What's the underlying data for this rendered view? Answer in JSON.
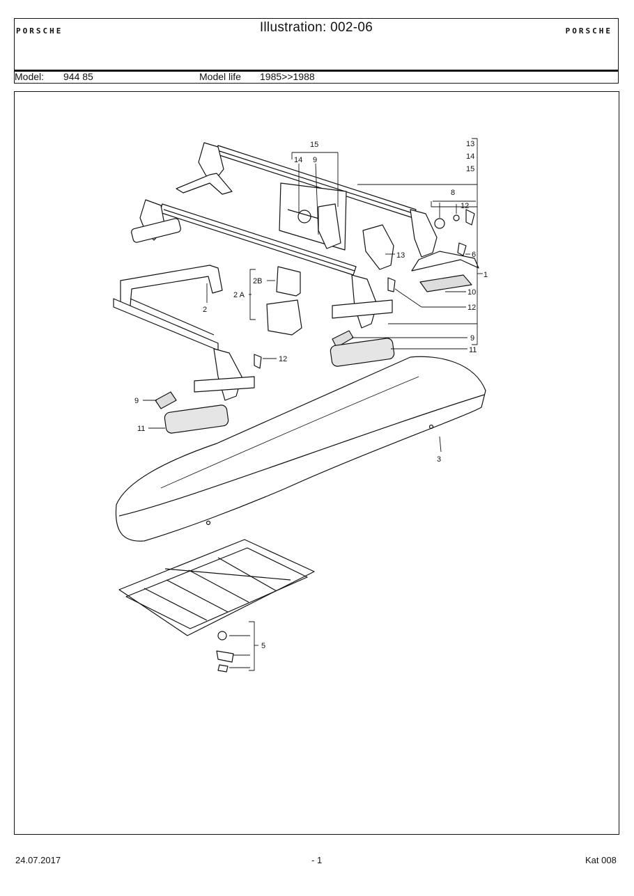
{
  "header": {
    "brand_left": "PORSCHE",
    "brand_right": "PORSCHE",
    "title": "Illustration: 002-06",
    "model_label": "Model:",
    "model_value": "944 85",
    "model_life_label": "Model life",
    "model_life_value": "1985>>1988"
  },
  "callouts": {
    "c15_top": "15",
    "c14_top": "14",
    "c9_top": "9",
    "c13_right": "13",
    "c14_right": "14",
    "c15_right": "15",
    "c8": "8",
    "c12_small": "12",
    "c6": "6",
    "c1": "1",
    "c10": "10",
    "c12_mid": "12",
    "c13_mid": "13",
    "c2B": "2B",
    "c2A": "2 A",
    "c2": "2",
    "c9_right": "9",
    "c11_right": "11",
    "c12_left": "12",
    "c9_left": "9",
    "c11_left": "11",
    "c3": "3",
    "c5": "5"
  },
  "footer": {
    "date": "24.07.2017",
    "page": "- 1",
    "catalog": "Kat 008"
  }
}
